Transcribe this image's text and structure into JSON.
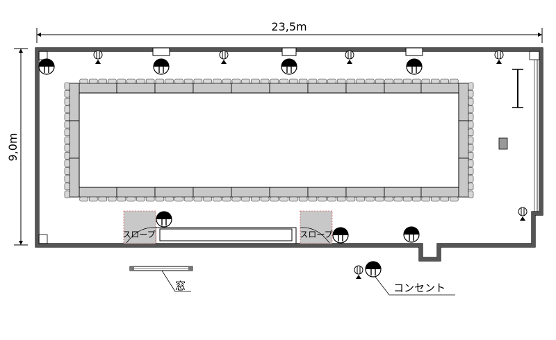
{
  "dimensions": {
    "width_label": "23,5m",
    "height_label": "9,0m"
  },
  "labels": {
    "slope": "スロープ",
    "window": "窓",
    "outlet": "コンセント"
  },
  "icons": [
    "outlet-icon",
    "spotlight-icon",
    "projector-icon",
    "screen-icon"
  ]
}
